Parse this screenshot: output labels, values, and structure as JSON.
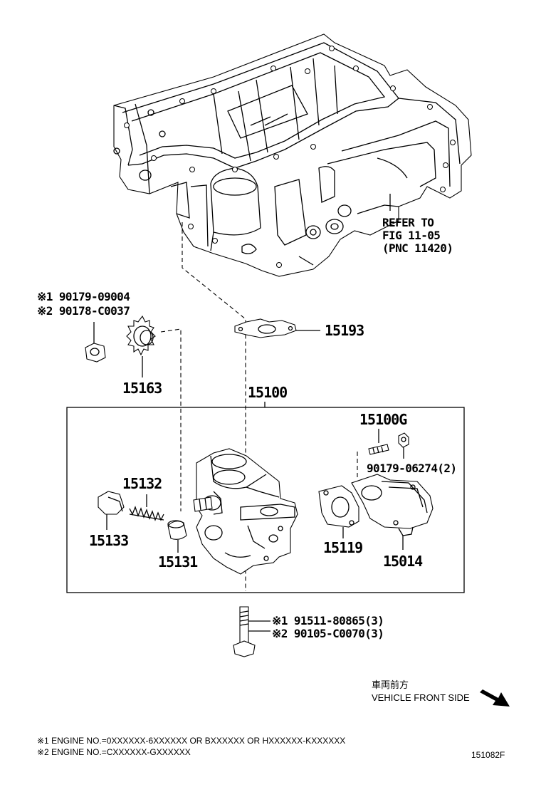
{
  "reference": {
    "line1": "REFER TO",
    "line2": "FIG 11-05",
    "line3": "(PNC 11420)"
  },
  "parts": {
    "nut_15163_note1": "※1 90179-09004",
    "nut_15163_note2": "※2 90178-C0037",
    "gear": "15163",
    "gasket_top": "15193",
    "pump_assy": "15100",
    "stud_kit": "15100G",
    "nut_small": "90179-06274(2)",
    "spring": "15132",
    "plug": "15133",
    "valve": "15131",
    "gasket_cover": "15119",
    "cover": "15014",
    "bolt_note1": "※1 91511-80865(3)",
    "bolt_note2": "※2 90105-C0070(3)"
  },
  "direction": {
    "japanese": "車両前方",
    "english": "VEHICLE FRONT SIDE",
    "icon": "arrow-down-right-icon"
  },
  "footnotes": {
    "note1": "※1 ENGINE NO.=0XXXXXX-6XXXXXX OR BXXXXXX OR HXXXXXX-KXXXXXX",
    "note2": "※2 ENGINE NO.=CXXXXXX-GXXXXXX"
  },
  "figure_id": "151082F"
}
